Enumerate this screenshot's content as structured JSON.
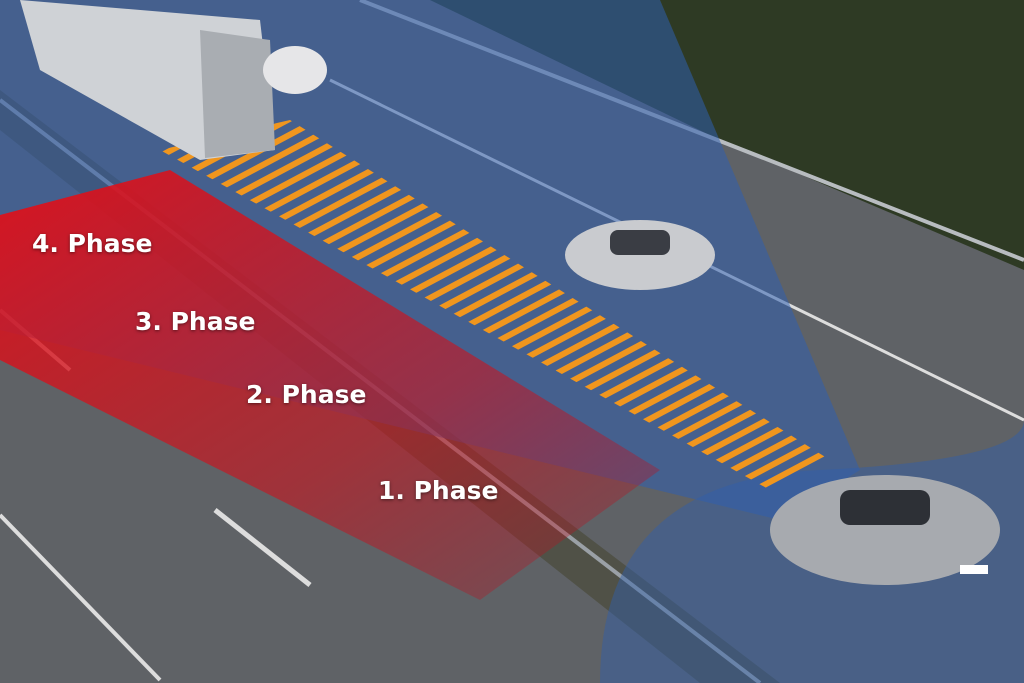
{
  "labels": {
    "phase4": "4. Phase",
    "phase3": "3. Phase",
    "phase2": "2. Phase",
    "phase1": "1. Phase"
  },
  "colors": {
    "road": "#5f6266",
    "sensor_blue": "#2f5fae",
    "warning_red": "#d8141e",
    "stripe_orange": "#f0961e",
    "vegetation": "#2e3a24"
  }
}
